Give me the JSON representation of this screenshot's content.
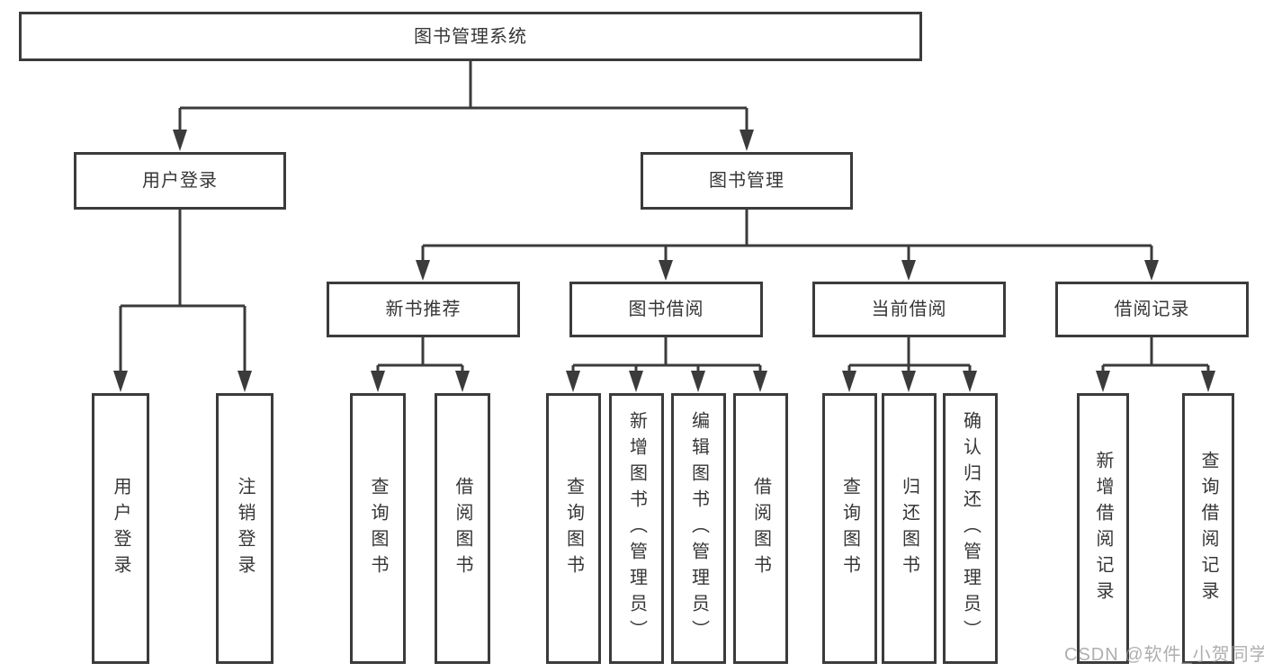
{
  "diagram": {
    "title": "图书管理系统",
    "branches": [
      {
        "label": "用户登录",
        "children": [
          {
            "label": "用户登录"
          },
          {
            "label": "注销登录"
          }
        ]
      },
      {
        "label": "图书管理",
        "children": [
          {
            "label": "新书推荐",
            "children": [
              {
                "label": "查询图书"
              },
              {
                "label": "借阅图书"
              }
            ]
          },
          {
            "label": "图书借阅",
            "children": [
              {
                "label": "查询图书"
              },
              {
                "label": "新增图书（管理员）"
              },
              {
                "label": "编辑图书（管理员）"
              },
              {
                "label": "借阅图书"
              }
            ]
          },
          {
            "label": "当前借阅",
            "children": [
              {
                "label": "查询图书"
              },
              {
                "label": "归还图书"
              },
              {
                "label": "确认归还（管理员）"
              }
            ]
          },
          {
            "label": "借阅记录",
            "children": [
              {
                "label": "新增借阅记录"
              },
              {
                "label": "查询借阅记录"
              }
            ]
          }
        ]
      }
    ]
  },
  "watermark": "CSDN @软件_小贺同学",
  "colors": {
    "line": "#3b3b3b",
    "text": "#363636",
    "watermark": "#9b9b9b",
    "background": "#ffffff"
  }
}
